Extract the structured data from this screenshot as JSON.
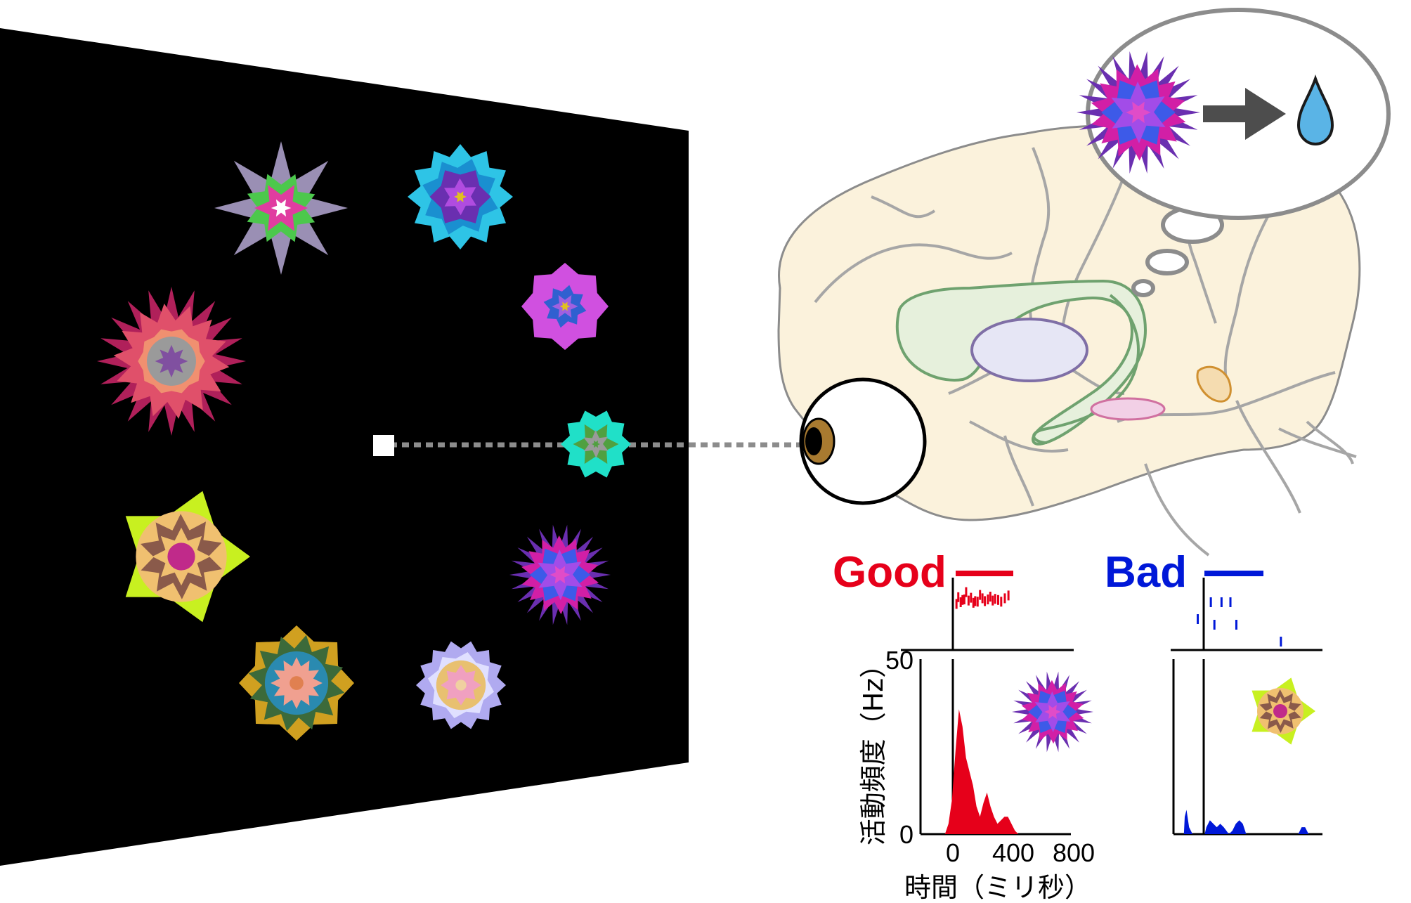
{
  "panels": {
    "good": {
      "label": "Good",
      "color": "#e6001a",
      "raster": [
        [
          0.06,
          0.28
        ],
        [
          0.09,
          0.16
        ],
        [
          0.13,
          0.25
        ],
        [
          0.16,
          0.21
        ],
        [
          0.19,
          0.2
        ],
        [
          0.22,
          0.07
        ],
        [
          0.26,
          0.22
        ],
        [
          0.3,
          0.17
        ],
        [
          0.34,
          0.26
        ],
        [
          0.37,
          0.23
        ],
        [
          0.41,
          0.24
        ],
        [
          0.45,
          0.12
        ],
        [
          0.49,
          0.18
        ],
        [
          0.53,
          0.23
        ],
        [
          0.58,
          0.2
        ],
        [
          0.62,
          0.15
        ],
        [
          0.66,
          0.22
        ],
        [
          0.7,
          0.19
        ],
        [
          0.75,
          0.21
        ],
        [
          0.8,
          0.24
        ],
        [
          0.86,
          0.18
        ],
        [
          0.92,
          0.13
        ]
      ],
      "psth": [
        [
          0,
          0
        ],
        [
          80,
          0
        ],
        [
          100,
          3
        ],
        [
          120,
          10
        ],
        [
          140,
          24
        ],
        [
          160,
          36
        ],
        [
          180,
          31
        ],
        [
          200,
          22
        ],
        [
          220,
          18
        ],
        [
          240,
          14
        ],
        [
          260,
          8
        ],
        [
          280,
          5
        ],
        [
          300,
          9
        ],
        [
          320,
          12
        ],
        [
          340,
          8
        ],
        [
          360,
          5
        ],
        [
          380,
          3
        ],
        [
          400,
          4
        ],
        [
          420,
          5
        ],
        [
          440,
          5
        ],
        [
          460,
          3
        ],
        [
          480,
          1
        ],
        [
          500,
          0
        ],
        [
          800,
          0
        ]
      ]
    },
    "bad": {
      "label": "Bad",
      "color": "#0018d8",
      "raster": [
        [
          -0.1,
          0.55
        ],
        [
          0.12,
          0.25
        ],
        [
          0.18,
          0.65
        ],
        [
          0.3,
          0.25
        ],
        [
          0.45,
          0.25
        ],
        [
          0.55,
          0.65
        ],
        [
          1.3,
          0.95
        ]
      ],
      "psth": [
        [
          0,
          0
        ],
        [
          5,
          5
        ],
        [
          15,
          7
        ],
        [
          30,
          2
        ],
        [
          50,
          0
        ],
        [
          120,
          0
        ],
        [
          130,
          2
        ],
        [
          150,
          4
        ],
        [
          170,
          3
        ],
        [
          190,
          2
        ],
        [
          210,
          3
        ],
        [
          230,
          2
        ],
        [
          260,
          0
        ],
        [
          280,
          1
        ],
        [
          300,
          3
        ],
        [
          320,
          4
        ],
        [
          340,
          3
        ],
        [
          360,
          0
        ],
        [
          660,
          0
        ],
        [
          680,
          2
        ],
        [
          700,
          2
        ],
        [
          720,
          0
        ],
        [
          800,
          0
        ]
      ]
    }
  },
  "axes": {
    "y_label": "活動頻度（Hz）",
    "x_label": "時間（ミリ秒）",
    "y_ticks": [
      "50",
      "0"
    ],
    "x_ticks": [
      "0",
      "400",
      "800"
    ]
  },
  "chart_meta": {
    "xlim": [
      -60,
      800
    ],
    "ylim": [
      0,
      50
    ]
  },
  "colors": {
    "screen": "#000000",
    "brain": "#fbf2dc",
    "brain_outline": "#8c8c8c",
    "gaze_line": "#8c8c8c",
    "arrow": "#4d4d4d",
    "droplet": "#5ab4e6",
    "striatum": "#e6e6f5",
    "caudate_outline": "#6fa26f",
    "amygdala": "#f2d0e6",
    "snr": "#e8c080"
  },
  "icons": [
    "eye-icon",
    "water-drop-icon",
    "right-arrow-icon",
    "fixation-point-icon"
  ]
}
